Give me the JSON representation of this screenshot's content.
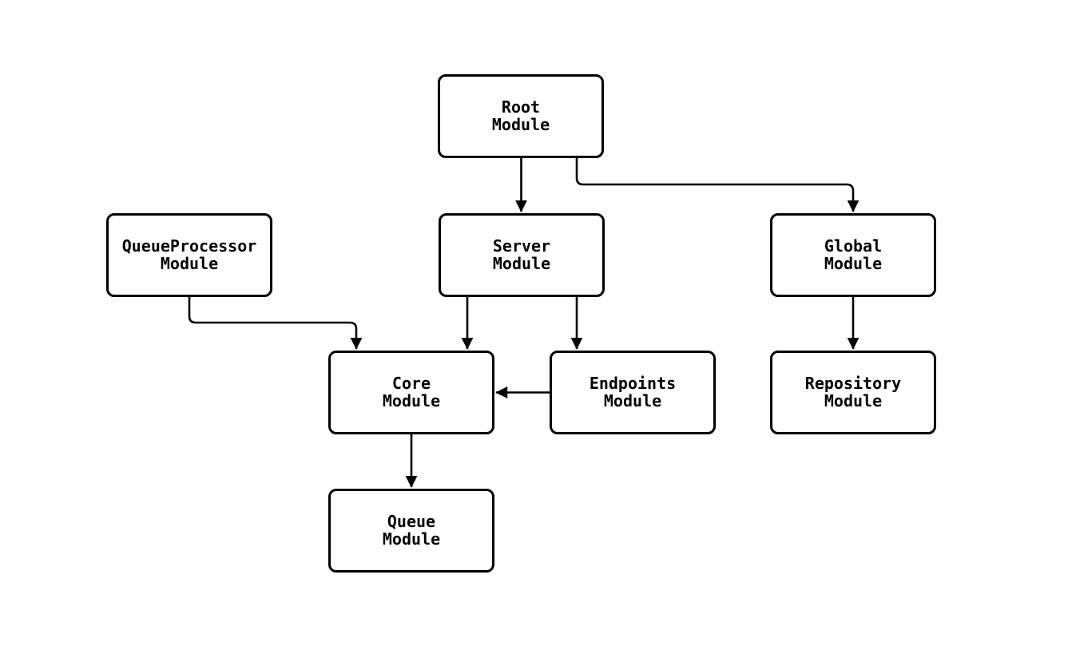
{
  "diagram": {
    "type": "module-dependency-flowchart",
    "background_color": "#ffffff",
    "stroke_color": "#000000",
    "node_fill_color": "#ffffff",
    "nodes": {
      "root": {
        "label": "Root\nModule"
      },
      "queue_processor": {
        "label": "QueueProcessor\nModule"
      },
      "server": {
        "label": "Server\nModule"
      },
      "global": {
        "label": "Global\nModule"
      },
      "core": {
        "label": "Core\nModule"
      },
      "endpoints": {
        "label": "Endpoints\nModule"
      },
      "repository": {
        "label": "Repository\nModule"
      },
      "queue": {
        "label": "Queue\nModule"
      }
    },
    "edges": [
      {
        "from": "root",
        "to": "server"
      },
      {
        "from": "root",
        "to": "global"
      },
      {
        "from": "queue_processor",
        "to": "core"
      },
      {
        "from": "server",
        "to": "core"
      },
      {
        "from": "server",
        "to": "endpoints"
      },
      {
        "from": "endpoints",
        "to": "core"
      },
      {
        "from": "global",
        "to": "repository"
      },
      {
        "from": "core",
        "to": "queue"
      }
    ]
  }
}
